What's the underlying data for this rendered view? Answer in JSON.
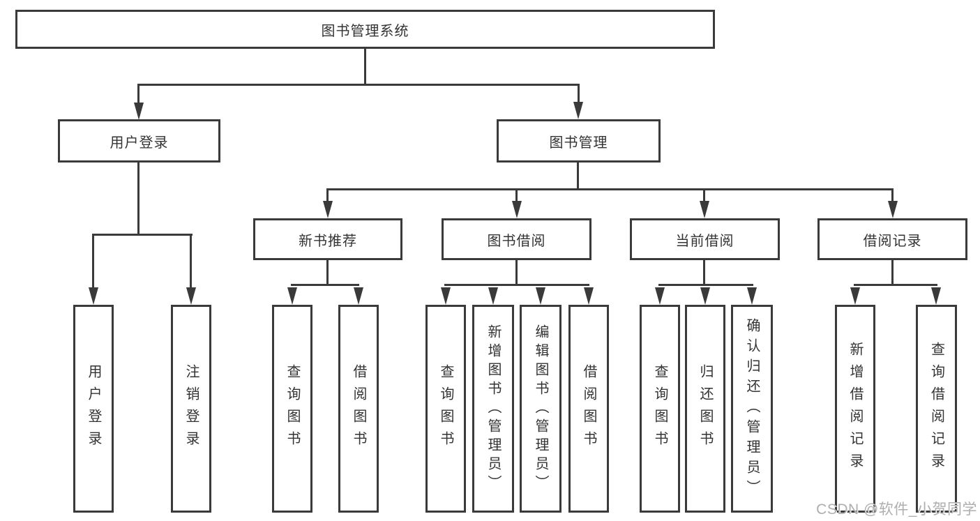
{
  "title": "图书管理系统",
  "watermark": "CSDN @软件_小贺同学",
  "colors": {
    "line": "#3a3a3a",
    "text": "#333333",
    "background": "#ffffff",
    "watermark": "#aeaeae"
  },
  "nodes": {
    "root": {
      "label": "图书管理系统"
    },
    "l2": [
      {
        "label": "用户登录"
      },
      {
        "label": "图书管理"
      }
    ],
    "l3": [
      {
        "label": "新书推荐"
      },
      {
        "label": "图书借阅"
      },
      {
        "label": "当前借阅"
      },
      {
        "label": "借阅记录"
      }
    ],
    "leaves": {
      "user_login": [
        {
          "label": "用户登录"
        },
        {
          "label": "注销登录"
        }
      ],
      "new_books": [
        {
          "label": "查询图书"
        },
        {
          "label": "借阅图书"
        }
      ],
      "book_borrow": [
        {
          "label": "查询图书"
        },
        {
          "label": "新增图书（管理员）"
        },
        {
          "label": "编辑图书（管理员）"
        },
        {
          "label": "借阅图书"
        }
      ],
      "current_borrow": [
        {
          "label": "查询图书"
        },
        {
          "label": "归还图书"
        },
        {
          "label": "确认归还（管理员）"
        }
      ],
      "borrow_records": [
        {
          "label": "新增借阅记录"
        },
        {
          "label": "查询借阅记录"
        }
      ]
    }
  }
}
